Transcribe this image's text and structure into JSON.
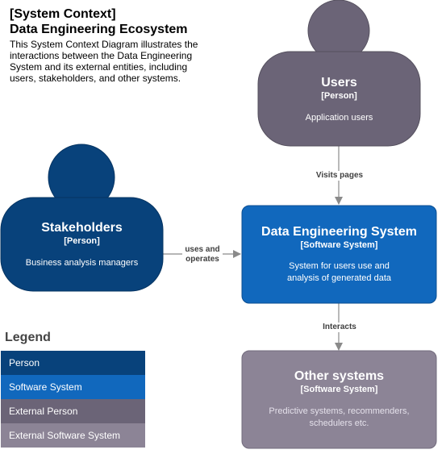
{
  "header": {
    "title_line1": "[System Context]",
    "title_line2": "Data Engineering Ecosystem",
    "description_lines": [
      "This System Context Diagram illustrates the",
      "interactions between the Data Engineering",
      "System and its external entities, including",
      "users, stakeholders, and other systems."
    ]
  },
  "nodes": {
    "users": {
      "name": "Users",
      "type": "[Person]",
      "description": [
        "Application users"
      ],
      "color": "#6b6477"
    },
    "stakeholders": {
      "name": "Stakeholders",
      "type": "[Person]",
      "description": [
        "Business analysis managers"
      ],
      "color": "#08427b"
    },
    "data_system": {
      "name": "Data Engineering System",
      "type": "[Software System]",
      "description": [
        "System for users use and",
        "analysis of generated data"
      ],
      "color": "#1168bd"
    },
    "other_systems": {
      "name": "Other systems",
      "type": "[Software System]",
      "description": [
        "Predictive systems, recommenders,",
        "schedulers etc."
      ],
      "color": "#8c8496"
    }
  },
  "edges": {
    "users_to_system": {
      "label": [
        "Visits pages"
      ]
    },
    "stakeholders_to_system": {
      "label": [
        "uses and",
        "operates"
      ]
    },
    "system_to_other": {
      "label": [
        "Interacts"
      ]
    }
  },
  "legend": {
    "title": "Legend",
    "items": [
      {
        "label": "Person",
        "color": "#08427b"
      },
      {
        "label": "Software System",
        "color": "#1168bd"
      },
      {
        "label": "External Person",
        "color": "#6b6477"
      },
      {
        "label": "External Software System",
        "color": "#8c8496"
      }
    ]
  }
}
